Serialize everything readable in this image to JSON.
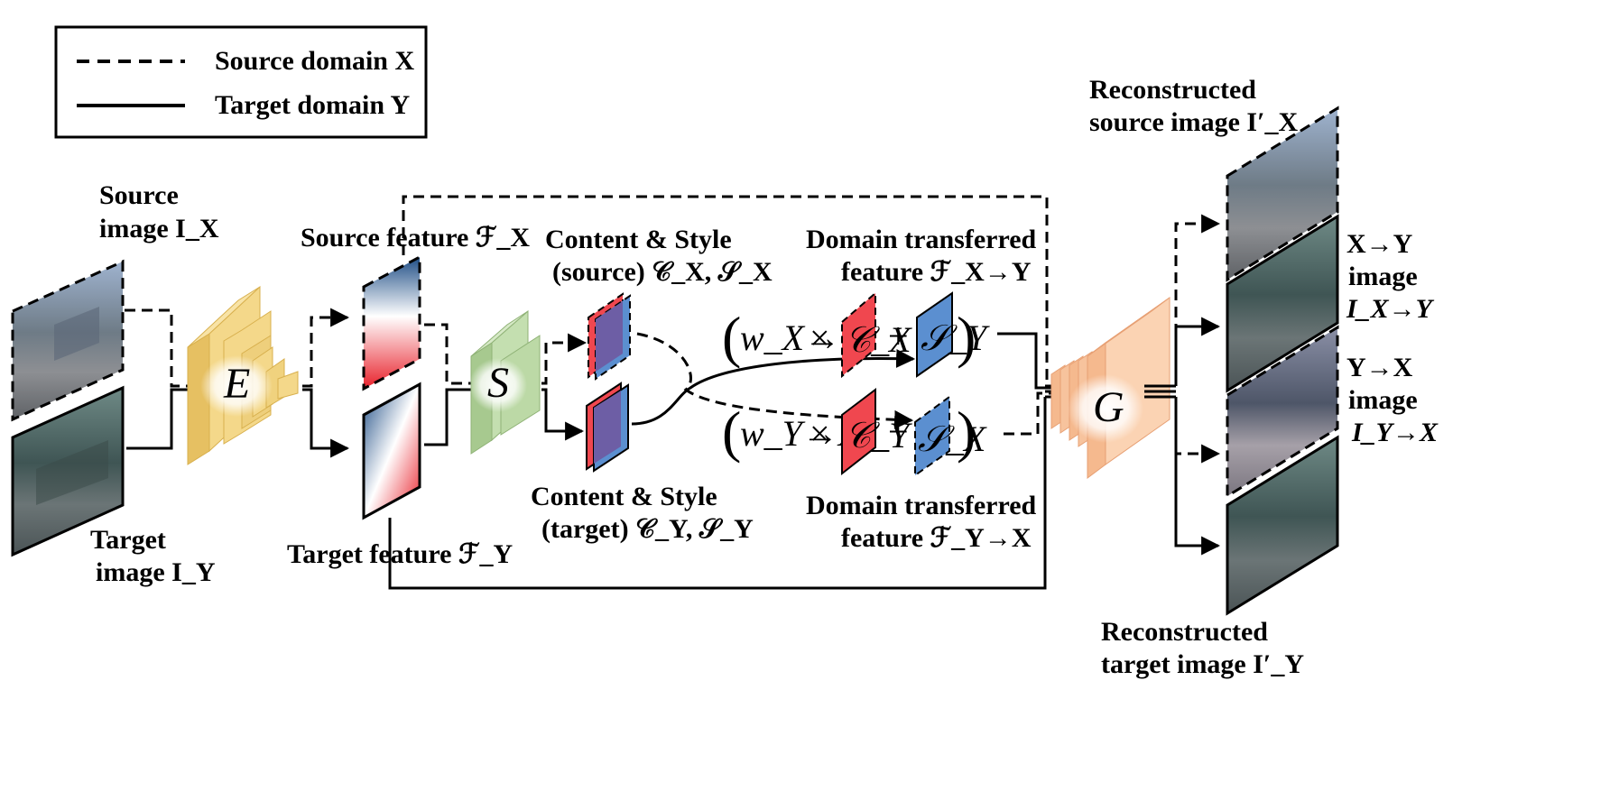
{
  "legend": {
    "source_label": "Source domain X",
    "target_label": "Target domain Y"
  },
  "labels": {
    "source_image": [
      "Source",
      "image I_X"
    ],
    "target_image": [
      "Target",
      "image I_Y"
    ],
    "source_feature": "Source feature ℱ_X",
    "target_feature": "Target feature ℱ_Y",
    "content_style_source": [
      "Content & Style",
      "(source) 𝒞_X, 𝒮_X"
    ],
    "content_style_target": [
      "Content & Style",
      "(target) 𝒞_Y, 𝒮_Y"
    ],
    "domain_transferred_xy": [
      "Domain transferred",
      "feature ℱ_X→Y"
    ],
    "domain_transferred_yx": [
      "Domain transferred",
      "feature ℱ_Y→X"
    ],
    "reconstructed_source": [
      "Reconstructed",
      "source image I′_X"
    ],
    "reconstructed_target": [
      "Reconstructed",
      "target image I′_Y"
    ],
    "xy_image": [
      "X→Y",
      "image",
      "I_X→Y"
    ],
    "yx_image": [
      "Y→X",
      "image",
      "I_Y→X"
    ]
  },
  "modules": {
    "encoder": "E",
    "separator": "S",
    "generator": "G"
  },
  "equations": {
    "xy": {
      "weight": "w_X→Y",
      "times": "×",
      "plus": "+",
      "content": "𝒞_X",
      "style": "𝒮_Y"
    },
    "yx": {
      "weight": "w_Y→X",
      "times": "×",
      "plus": "+",
      "content": "𝒞_Y",
      "style": "𝒮_X"
    }
  },
  "colors": {
    "encoder": "#f2d27a",
    "separator": "#bcd9a6",
    "generator": "#f7c39d",
    "content": "#f0474f",
    "style": "#5b8fd0",
    "feature_red": "#e8202a",
    "feature_blue": "#1f4e86"
  }
}
